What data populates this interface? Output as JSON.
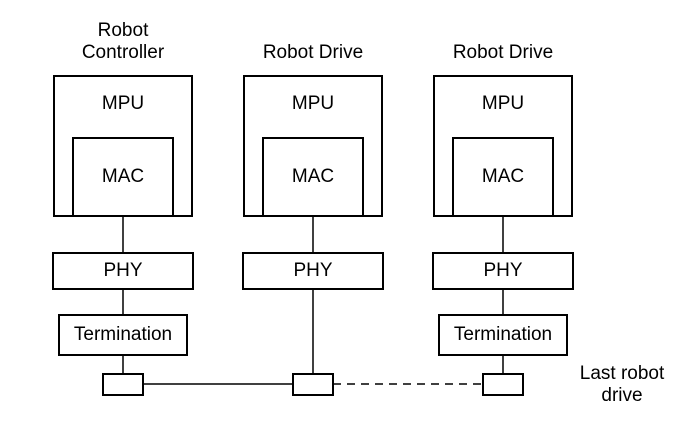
{
  "diagram": {
    "background_color": "#ffffff",
    "line_color": "#000000",
    "columns": [
      {
        "title": "Robot\nController",
        "mpu_label": "MPU",
        "mac_label": "MAC",
        "phy_label": "PHY",
        "termination_label": "Termination",
        "has_termination": true
      },
      {
        "title": "Robot Drive",
        "mpu_label": "MPU",
        "mac_label": "MAC",
        "phy_label": "PHY",
        "has_termination": false
      },
      {
        "title": "Robot Drive",
        "mpu_label": "MPU",
        "mac_label": "MAC",
        "phy_label": "PHY",
        "termination_label": "Termination",
        "has_termination": true
      }
    ],
    "bus": {
      "solid_segment": "between first and second drive taps",
      "dashed_segment": "between second and last drive taps"
    },
    "last_drive_label": "Last robot\ndrive"
  }
}
